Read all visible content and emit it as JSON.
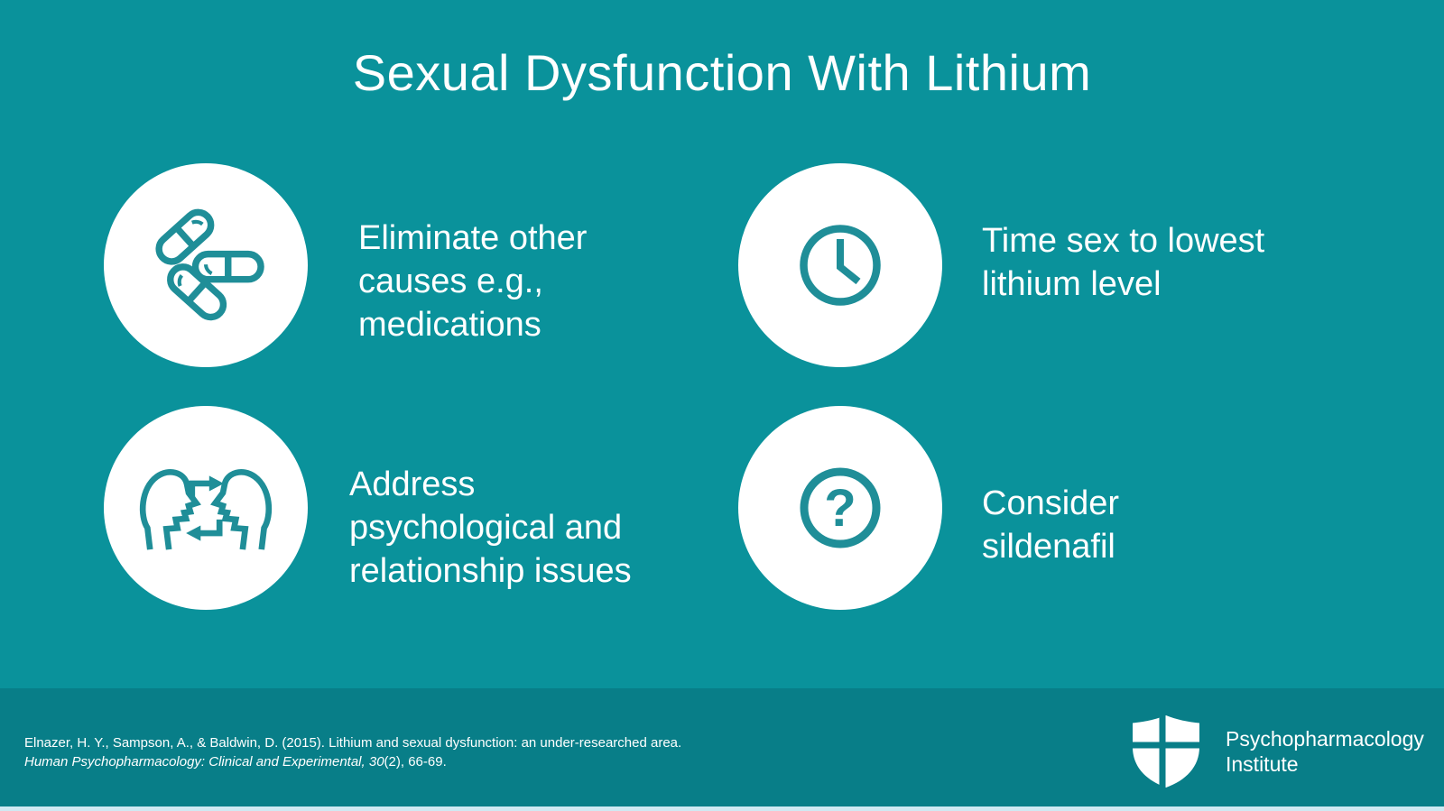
{
  "slide": {
    "title": "Sexual Dysfunction With Lithium",
    "items": [
      {
        "icon": "pills-icon",
        "text": "Eliminate other\ncauses e.g.,\nmedications"
      },
      {
        "icon": "clock-icon",
        "text": "Time sex to lowest\nlithium level"
      },
      {
        "icon": "people-exchange-icon",
        "text": "Address\npsychological and\nrelationship issues"
      },
      {
        "icon": "question-mark-icon",
        "text": "Consider\nsildenafil"
      }
    ]
  },
  "footer": {
    "citation": {
      "line1": "Elnazer, H. Y., Sampson, A., & Baldwin, D. (2015). Lithium and sexual dysfunction: an under-researched area.",
      "line2_italic": "Human Psychopharmacology: Clinical and Experimental, 30",
      "line2_regular": "(2), 66-69."
    },
    "logo": {
      "line1": "Psychopharmacology",
      "line2": "Institute"
    }
  },
  "colors": {
    "background": "#0a929b",
    "footer_background": "#087e88",
    "circle_fill": "#ffffff",
    "icon_teal": "#1f8e98",
    "text_color": "#ffffff",
    "bottom_strip": "#cfe9f2"
  }
}
